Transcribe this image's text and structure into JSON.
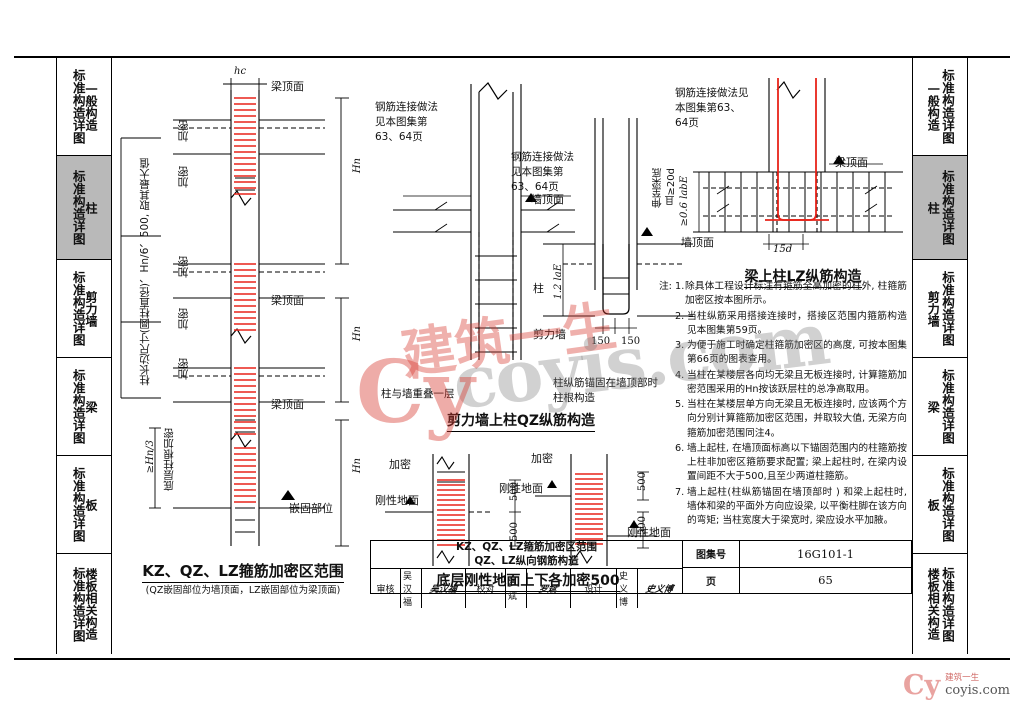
{
  "sheet": {
    "atlas_label": "图集号",
    "atlas_number": "16G101-1",
    "page_label": "页",
    "page_number": "65",
    "title_line1": "KZ、QZ、LZ箍筋加密区范围",
    "title_line2": "QZ、LZ纵向钢筋构造",
    "signoff": [
      {
        "role": "审核",
        "name": "吴汉福",
        "mark": "吴汉福"
      },
      {
        "role": "校对",
        "name": "罗  斌",
        "mark": "罗斌"
      },
      {
        "role": "设计",
        "name": "史义博",
        "mark": "史义博"
      }
    ]
  },
  "sidebar": {
    "common_label": "标准构造详图",
    "items": [
      {
        "label": "一般构造",
        "active": false
      },
      {
        "label": "柱",
        "active": true
      },
      {
        "label": "剪力墙",
        "active": false
      },
      {
        "label": "梁",
        "active": false
      },
      {
        "label": "板",
        "active": false
      },
      {
        "label": "楼板相关构造",
        "active": false
      }
    ]
  },
  "figures": {
    "kz": {
      "caption": "KZ、QZ、LZ箍筋加密区范围",
      "subcaption": "(QZ嵌固部位为墙顶面，LZ嵌固部位为梁顶面)",
      "left_note": "柱长边尺寸(圆柱直径)、Hn/6、500, 取其最大值",
      "dense_label": "加密",
      "beam_top": "梁顶面",
      "hc": "hc",
      "hn": "Hn",
      "bottom_note": "底层柱根加密",
      "bottom_dim": "≥Hn/3",
      "embed_label": "嵌固部位"
    },
    "qz": {
      "caption": "剪力墙上柱QZ纵筋构造",
      "splice_note": "钢筋连接做法见本图集第63、64页",
      "wall_top": "墙顶面",
      "column": "柱",
      "shearwall": "剪力墙",
      "overlap_note": "柱与墙重叠一层",
      "anchor_note": "柱纵筋锚固在墙顶部时柱根构造",
      "anchor_dim": "1.2 laE",
      "dim_150": "150",
      "dim_150b": "150"
    },
    "lz": {
      "caption": "梁上柱LZ纵筋构造",
      "splice_note": "钢筋连接做法见本图集第63、64页",
      "beam_top": "梁顶面",
      "extend_note": "伸至梁底",
      "extend_note2": "且≥20d",
      "anchor_dim": "≥0.6 labE",
      "dim_15d": "15d"
    },
    "floor": {
      "caption": "底层刚性地面上下各加密500",
      "dense_label": "加密",
      "rigid_floor": "刚性地面",
      "dim_500": "500"
    }
  },
  "notes": {
    "prefix": "注:",
    "items": [
      "除具体工程设计标注有箍筋全高加密的柱外, 柱箍筋加密区按本图所示。",
      "当柱纵筋采用搭接连接时，搭接区范围内箍筋构造见本图集第59页。",
      "为便于施工时确定柱箍筋加密区的高度, 可按本图集第66页的图表查用。",
      "当柱在某楼层各向均无梁且无板连接时, 计算箍筋加密范围采用的Hn按该跃层柱的总净高取用。",
      "当柱在某楼层单方向无梁且无板连接时, 应该两个方向分别计算箍筋加密区范围，并取较大值, 无梁方向箍筋加密范围同注4。",
      "墙上起柱, 在墙顶面标高以下锚固范围内的柱箍筋按上柱非加密区箍筋要求配置; 梁上起柱时, 在梁内设置间距不大于500,且至少两道柱箍筋。",
      "墙上起柱(柱纵筋锚固在墙顶部时 ) 和梁上起柱时, 墙体和梁的平面外方向应设梁, 以平衡柱脚在该方向的弯矩; 当柱宽度大于梁宽时, 梁应设水平加腋。"
    ]
  },
  "watermarks": {
    "brand_cn": "建筑一生",
    "brand_domain": "coyis.com",
    "logo": "Cy"
  },
  "footer": {
    "brand_cn": "建筑一生",
    "brand_domain": "coyis.com",
    "logo": "Cy"
  },
  "colors": {
    "rebar": "#e8241a",
    "line": "#000000",
    "active_tab": "#b9b9b9",
    "watermark_red": "#d63a30"
  }
}
